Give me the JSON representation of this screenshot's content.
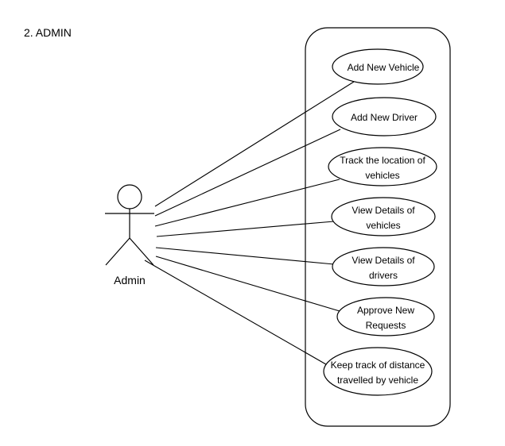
{
  "heading": "2. ADMIN",
  "actor": {
    "label": "Admin"
  },
  "use_cases": [
    {
      "lines": [
        "Add New Vehicle"
      ]
    },
    {
      "lines": [
        "Add New Driver"
      ]
    },
    {
      "lines": [
        "Track the location of",
        "vehicles"
      ]
    },
    {
      "lines": [
        "View Details of",
        "vehicles"
      ]
    },
    {
      "lines": [
        "View Details of",
        "drivers"
      ]
    },
    {
      "lines": [
        "Approve New",
        "Requests"
      ]
    },
    {
      "lines": [
        "Keep track of distance",
        "travelled by vehicle"
      ]
    }
  ],
  "colors": {
    "stroke": "#000000",
    "background": "#ffffff"
  }
}
